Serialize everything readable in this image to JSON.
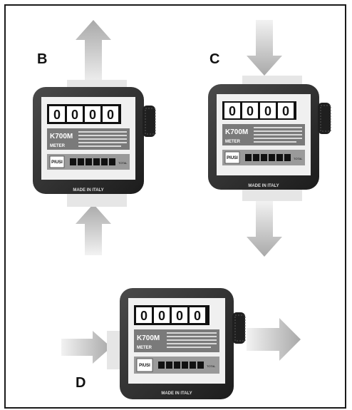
{
  "labels": {
    "b": "B",
    "c": "C",
    "d": "D"
  },
  "meter": {
    "counter_digits": [
      "0",
      "0",
      "0",
      "0"
    ],
    "model": "K700M",
    "type_label": "METER",
    "brand": "PIUSI",
    "total_label": "TOTAL",
    "made_in": "MADE IN ITALY"
  },
  "colors": {
    "arrow": "#b5b5b5",
    "body": "#2b2b2b",
    "face": "#f0f0f0",
    "inlet": "#e6e6e6"
  }
}
